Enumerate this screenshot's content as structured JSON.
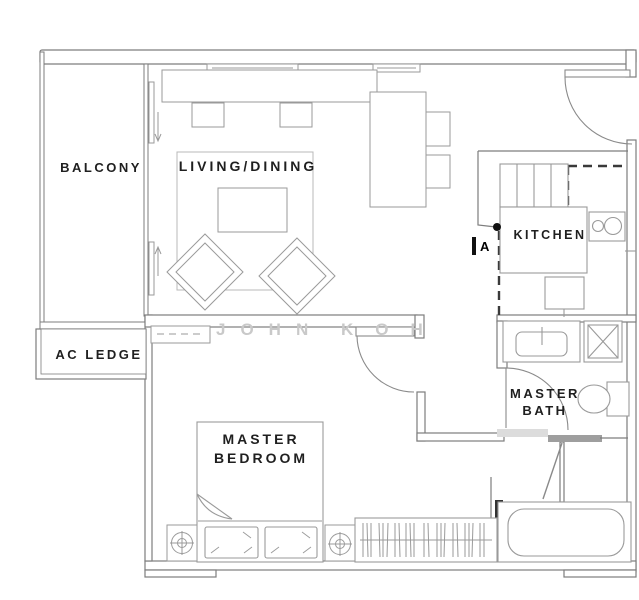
{
  "rooms": {
    "balcony": "BALCONY",
    "living_dining": "LIVING/DINING",
    "kitchen": "KITCHEN",
    "ac_ledge": "AC LEDGE",
    "master_bedroom_line1": "MASTER",
    "master_bedroom_line2": "BEDROOM",
    "master_bath_line1": "MASTER",
    "master_bath_line2": "BATH"
  },
  "markers": {
    "section_label": "A"
  },
  "watermark": {
    "part1": "JOHN",
    "part2": "KOH"
  },
  "colors": {
    "wall_line": "#7d7d7d",
    "furniture_line": "#9a9a9a",
    "dashed_line": "#3a3a3a",
    "solid_black": "#111111",
    "threshold_light": "#dcdcdc",
    "threshold_dark": "#9e9e9e",
    "text": "#1f1f1f",
    "watermark": "#c9c9c9",
    "background": "#ffffff"
  }
}
